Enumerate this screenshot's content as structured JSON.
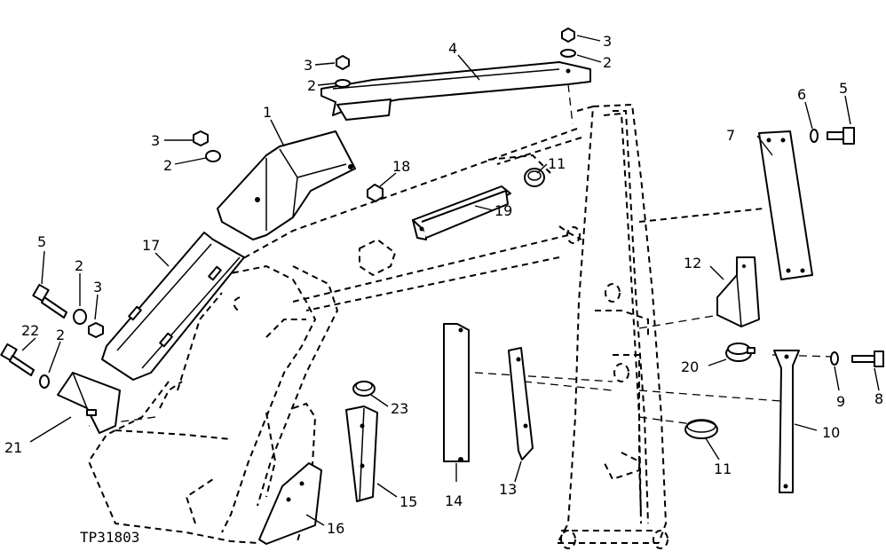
{
  "diagram": {
    "figure_id": "TP31803",
    "callouts": {
      "c1": "1",
      "c2a": "2",
      "c2b": "2",
      "c2c": "2",
      "c2d": "2",
      "c2e": "2",
      "c3a": "3",
      "c3b": "3",
      "c3c": "3",
      "c3d": "3",
      "c4": "4",
      "c5a": "5",
      "c5b": "5",
      "c6": "6",
      "c7": "7",
      "c8": "8",
      "c9": "9",
      "c10": "10",
      "c11a": "11",
      "c11b": "11",
      "c12": "12",
      "c13": "13",
      "c14": "14",
      "c15": "15",
      "c16": "16",
      "c17": "17",
      "c18": "18",
      "c19": "19",
      "c20": "20",
      "c21": "21",
      "c22": "22",
      "c23": "23"
    }
  }
}
